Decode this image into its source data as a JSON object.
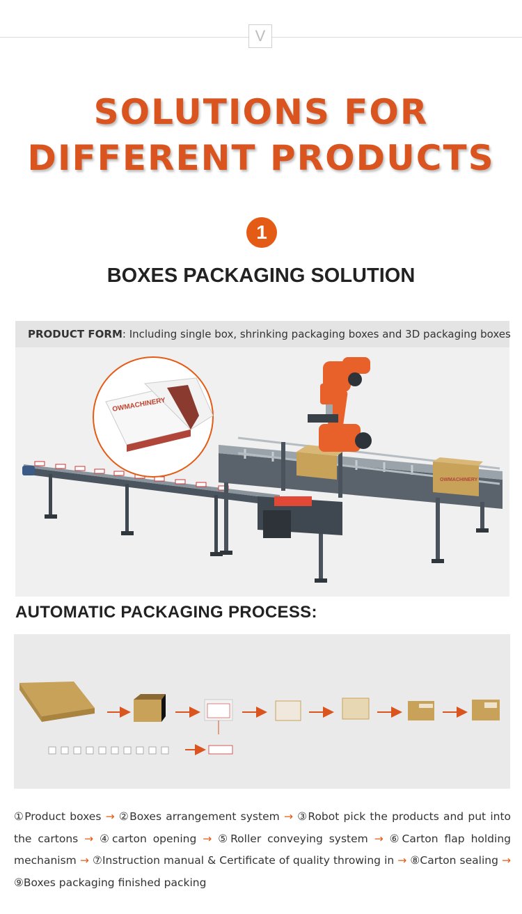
{
  "header": {
    "badge_letter": "V"
  },
  "title": {
    "line1": "SOLUTIONS FOR",
    "line2": "DIFFERENT PRODUCTS"
  },
  "section": {
    "number": "1",
    "title": "BOXES PACKAGING SOLUTION"
  },
  "product_form": {
    "label": "PRODUCT FORM",
    "text": ": Including single box, shrinking packaging boxes and 3D packaging boxes"
  },
  "illustration": {
    "brand": "OWMACHINERY"
  },
  "process": {
    "heading": "AUTOMATIC PACKAGING PROCESS:",
    "steps": [
      "①Product boxes",
      "②Boxes arrangement system",
      "③Robot pick the products and put into the cartons",
      "④carton opening",
      "⑤Roller conveying system",
      "⑥Carton flap holding mechanism",
      "⑦Instruction manual & Certificate of quality  throwing in",
      "⑧Carton sealing",
      "⑨Boxes packaging finished packing"
    ]
  },
  "colors": {
    "accent": "#e35b14",
    "title": "#d9541f",
    "robot": "#e8602a",
    "cardboard": "#c9a25a"
  }
}
